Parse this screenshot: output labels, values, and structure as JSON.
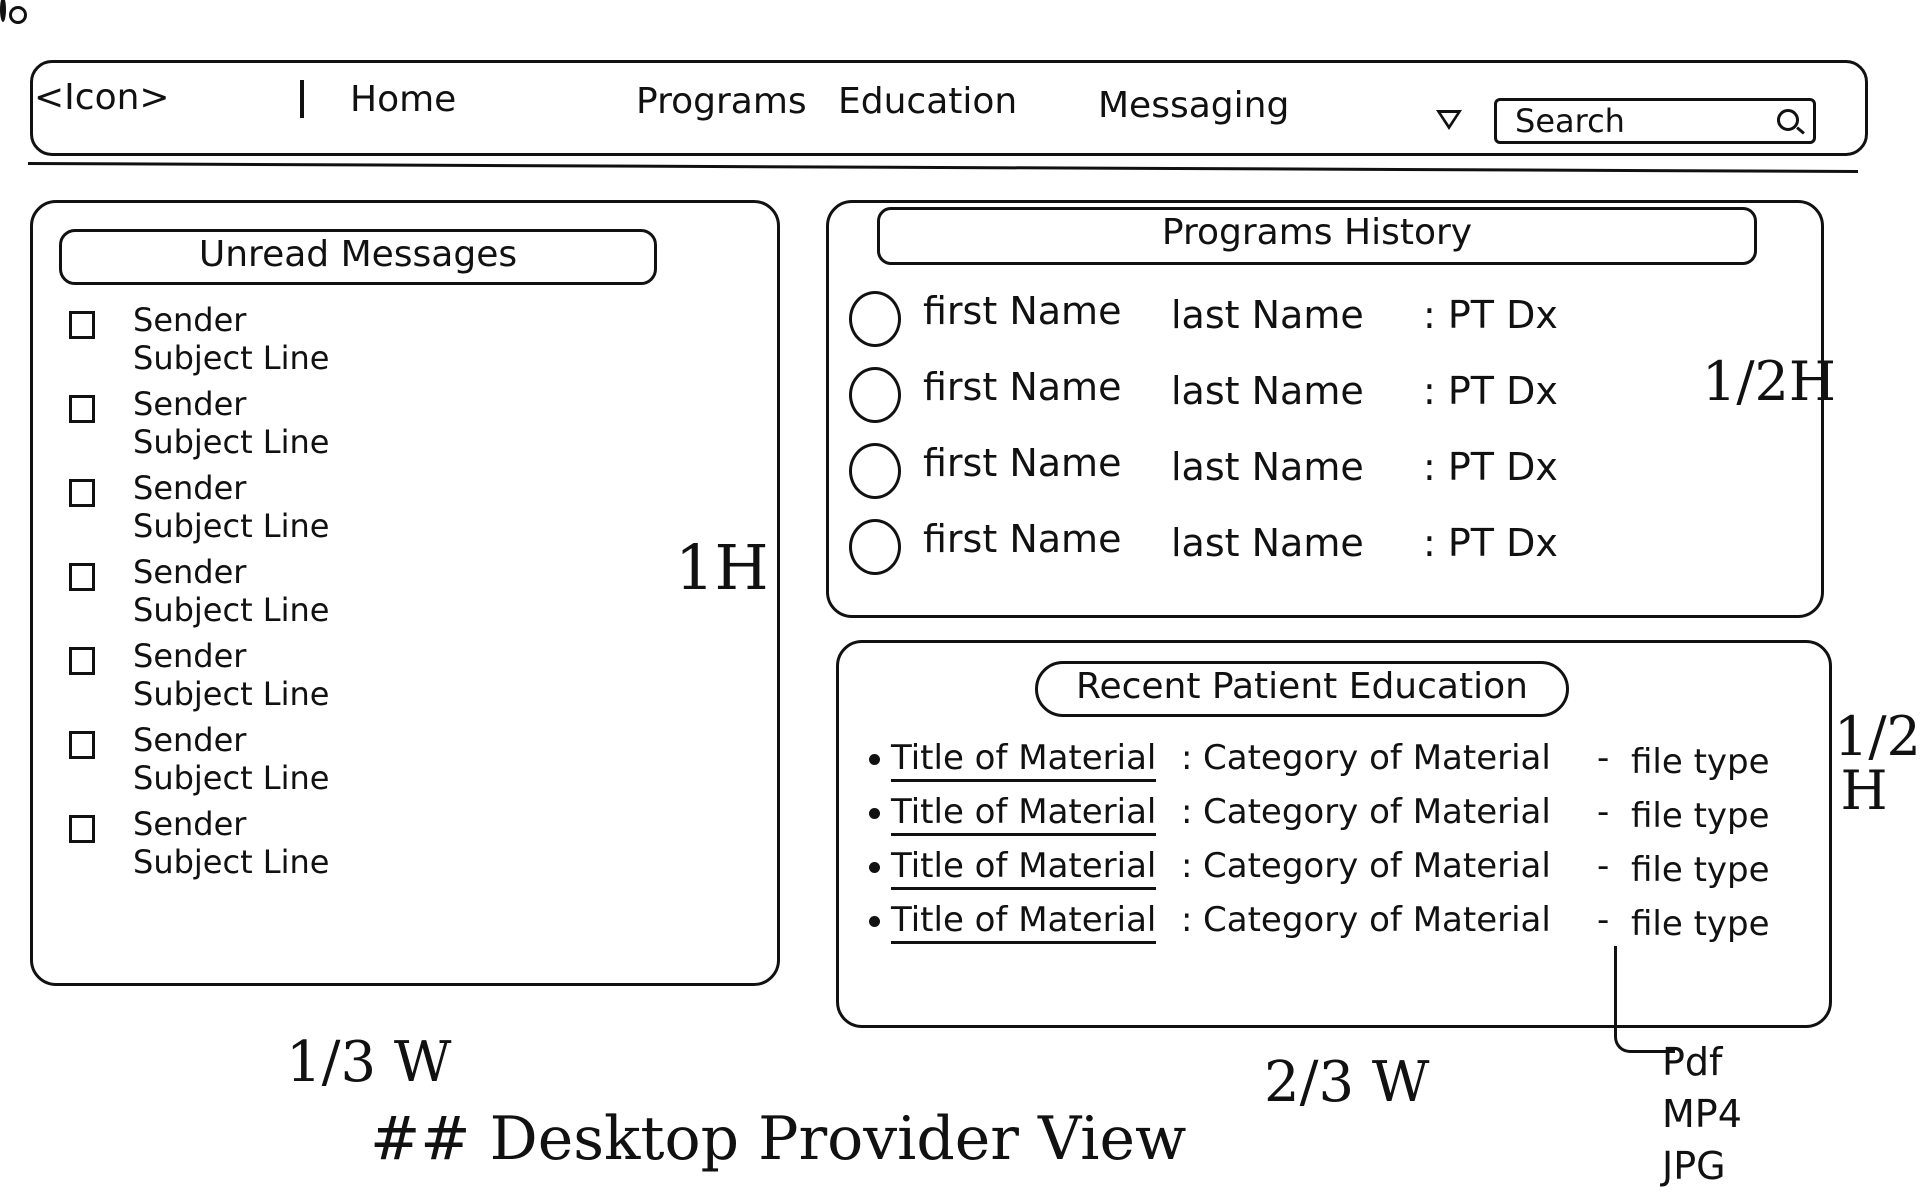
{
  "navbar": {
    "logo_text": "<Icon>",
    "user_icon": "user-icon",
    "links": [
      "Home",
      "Programs",
      "Education",
      "Messaging"
    ],
    "dropdown_icon": "triangle-down-icon",
    "search": {
      "placeholder": "Search",
      "icon": "search-icon"
    }
  },
  "unread_messages": {
    "title": "Unread Messages",
    "height_note": "1H",
    "items": [
      {
        "sender": "Sender",
        "subject": "Subject Line"
      },
      {
        "sender": "Sender",
        "subject": "Subject Line"
      },
      {
        "sender": "Sender",
        "subject": "Subject Line"
      },
      {
        "sender": "Sender",
        "subject": "Subject Line"
      },
      {
        "sender": "Sender",
        "subject": "Subject Line"
      },
      {
        "sender": "Sender",
        "subject": "Subject Line"
      },
      {
        "sender": "Sender",
        "subject": "Subject Line"
      }
    ]
  },
  "programs_history": {
    "title": "Programs History",
    "height_note": "1/2H",
    "items": [
      {
        "first": "first Name",
        "last": "last Name",
        "dx": ": PT Dx"
      },
      {
        "first": "first Name",
        "last": "last Name",
        "dx": ": PT Dx"
      },
      {
        "first": "first Name",
        "last": "last Name",
        "dx": ": PT Dx"
      },
      {
        "first": "first Name",
        "last": "last Name",
        "dx": ": PT Dx"
      }
    ]
  },
  "patient_education": {
    "title": "Recent Patient Education",
    "height_note_top": "1/2",
    "height_note_bottom": "H",
    "items": [
      {
        "title": "Title of Material",
        "category": "Category of Material",
        "type": "file type"
      },
      {
        "title": "Title of Material",
        "category": "Category of Material",
        "type": "file type"
      },
      {
        "title": "Title of Material",
        "category": "Category of Material",
        "type": "file type"
      },
      {
        "title": "Title of Material",
        "category": "Category of Material",
        "type": "file type"
      }
    ],
    "file_types": [
      "Pdf",
      "MP4",
      "JPG"
    ]
  },
  "annotations": {
    "left_width": "1/3 W",
    "right_width": "2/3 W",
    "caption": "## Desktop Provider View"
  }
}
